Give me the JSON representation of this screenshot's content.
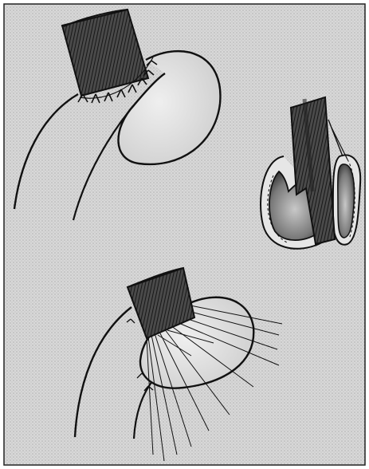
{
  "image": {
    "kind": "monochrome surgical illustration",
    "colors": {
      "background": "#ffffff",
      "paper": "#d6d6d6",
      "ink": "#111111",
      "tissue_light": "#e8e8e8",
      "tissue_dark": "#3a3a3a"
    },
    "panels": [
      "top-left-anastomosis",
      "right-cross-section",
      "bottom-suture-placement"
    ]
  }
}
